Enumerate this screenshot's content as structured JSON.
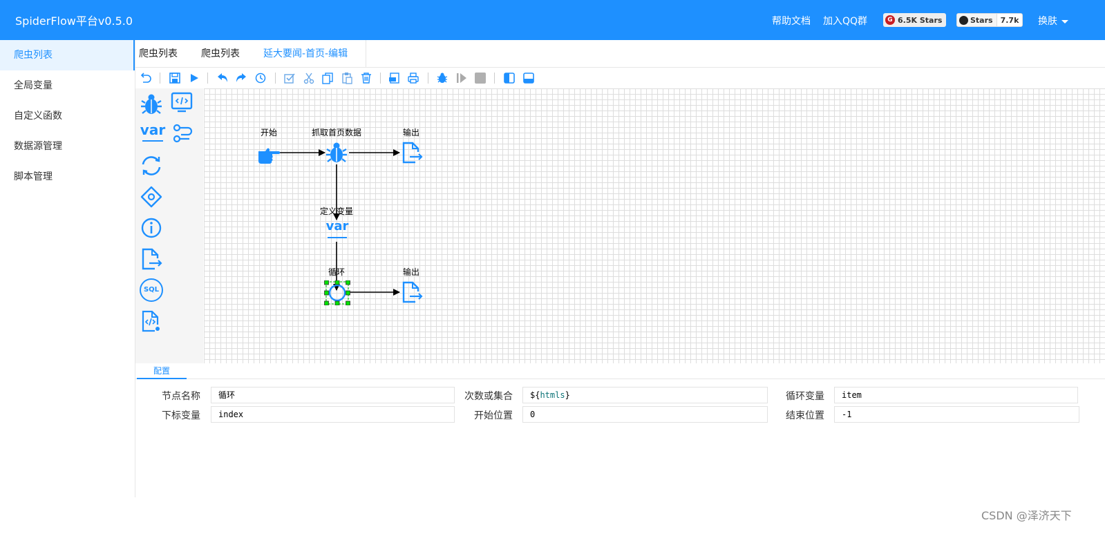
{
  "header": {
    "title": "SpiderFlow平台v0.5.0",
    "help": "帮助文档",
    "qq": "加入QQ群",
    "gitee_stars": "6.5K Stars",
    "github_label": "Stars",
    "github_count": "7.7k",
    "skin": "换肤"
  },
  "sidebar": {
    "items": [
      {
        "label": "爬虫列表"
      },
      {
        "label": "全局变量"
      },
      {
        "label": "自定义函数"
      },
      {
        "label": "数据源管理"
      },
      {
        "label": "脚本管理"
      }
    ]
  },
  "tabs": [
    {
      "label": "爬虫列表"
    },
    {
      "label": "爬虫列表"
    },
    {
      "label": "延大要闻-首页-编辑"
    }
  ],
  "palette": {
    "var_text": "var",
    "sql_text": "SQL"
  },
  "flow": {
    "nodes": {
      "start": "开始",
      "fetch": "抓取首页数据",
      "output1": "输出",
      "define_var": "定义变量",
      "loop": "循环",
      "output2": "输出"
    },
    "var_icon_text": "var"
  },
  "config": {
    "tab": "配置",
    "fields": {
      "node_name_label": "节点名称",
      "node_name_value": "循环",
      "count_label": "次数或集合",
      "count_prefix": "${",
      "count_var": "htmls",
      "count_suffix": "}",
      "loop_var_label": "循环变量",
      "loop_var_value": "item",
      "index_label": "下标变量",
      "index_value": "index",
      "start_label": "开始位置",
      "start_value": "0",
      "end_label": "结束位置",
      "end_value": "-1"
    }
  },
  "watermark": "CSDN @泽济天下",
  "colors": {
    "primary": "#1e90ff",
    "header_bg": "#1e90ff",
    "selection_handle": "#00e000"
  }
}
